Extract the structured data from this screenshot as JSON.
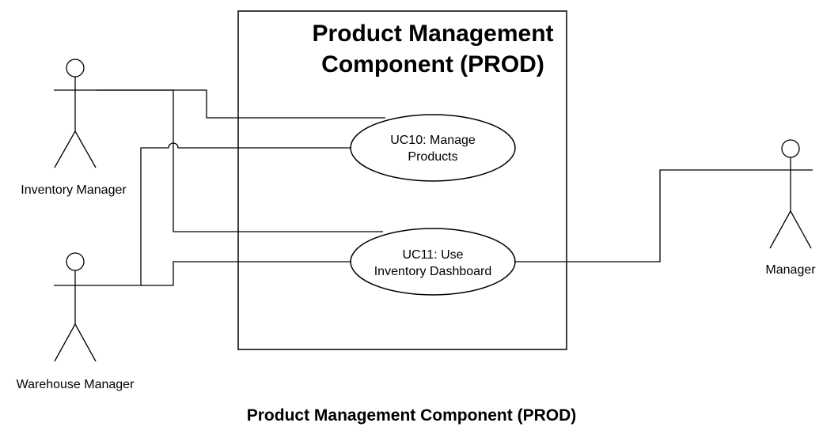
{
  "system": {
    "title_line1": "Product Management",
    "title_line2": "Component (PROD)"
  },
  "actors": {
    "inventory_manager": "Inventory Manager",
    "warehouse_manager": "Warehouse Manager",
    "manager": "Manager"
  },
  "use_cases": {
    "uc10_line1": "UC10: Manage",
    "uc10_line2": "Products",
    "uc11_line1": "UC11: Use",
    "uc11_line2": "Inventory Dashboard"
  },
  "caption": "Product Management Component (PROD)"
}
